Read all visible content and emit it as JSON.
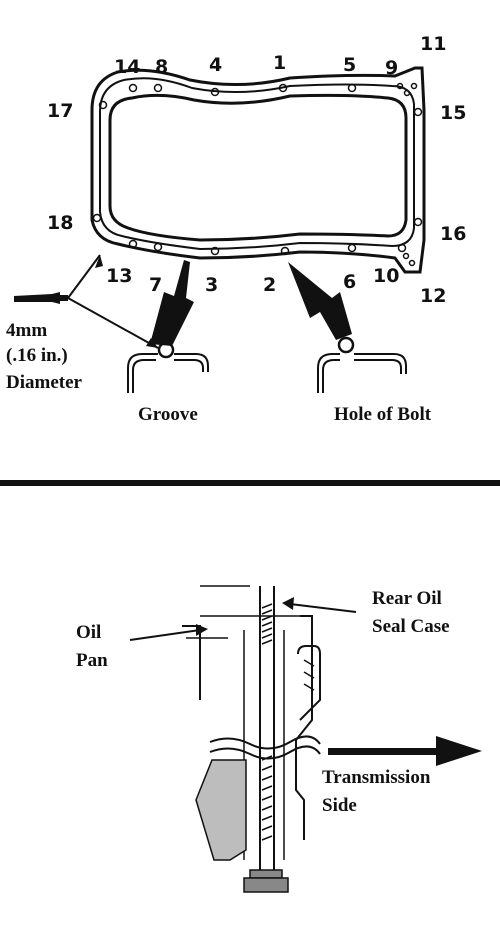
{
  "top_diagram": {
    "bolt_numbers": [
      "1",
      "2",
      "3",
      "4",
      "5",
      "6",
      "7",
      "8",
      "9",
      "10",
      "11",
      "12",
      "13",
      "14",
      "15",
      "16",
      "17",
      "18"
    ],
    "sealant_size_line1": "4mm",
    "sealant_size_line2": "(.16 in.)",
    "sealant_size_line3": "Diameter",
    "groove_label": "Groove",
    "hole_label": "Hole of Bolt"
  },
  "bottom_diagram": {
    "oil_pan_line1": "Oil",
    "oil_pan_line2": "Pan",
    "rear_seal_line1": "Rear Oil",
    "rear_seal_line2": "Seal Case",
    "transmission_line1": "Transmission",
    "transmission_line2": "Side"
  },
  "colors": {
    "ink": "#111111",
    "background": "#ffffff"
  }
}
